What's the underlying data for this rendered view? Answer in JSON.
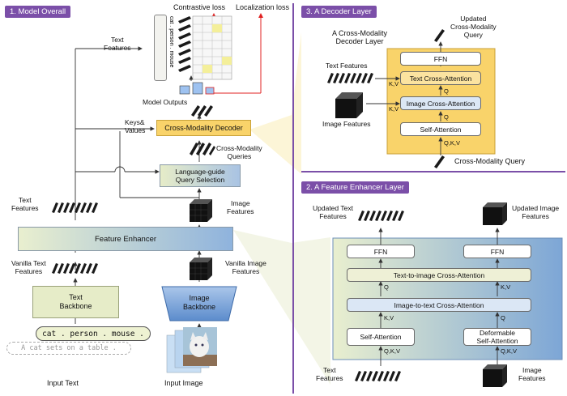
{
  "sections": {
    "model_overall": "1. Model Overall",
    "feature_enhancer_layer": "2. A Feature Enhancer Layer",
    "decoder_layer": "3. A Decoder Layer"
  },
  "left": {
    "contrastive_loss": "Contrastive loss",
    "localization_loss": "Localization loss",
    "text_features_top": "Text\nFeatures",
    "model_outputs": "Model Outputs",
    "keys_values": "Keys&\nValues",
    "cross_modality_decoder": "Cross-Modality Decoder",
    "cross_modality_queries": "Cross-Modality\nQueries",
    "language_guide_query_selection": "Language-guide\nQuery Selection",
    "image_features": "Image\nFeatures",
    "text_features_mid": "Text\nFeatures",
    "feature_enhancer": "Feature Enhancer",
    "vanilla_text_features": "Vanilla Text\nFeatures",
    "vanilla_image_features": "Vanilla Image\nFeatures",
    "text_backbone": "Text\nBackbone",
    "image_backbone": "Image\nBackbone",
    "input_tokens": "cat . person . mouse .",
    "input_sentence": "A cat sets on a table .",
    "input_text": "Input Text",
    "input_image": "Input Image",
    "matrix_words": [
      "cat",
      "person",
      "mouse"
    ]
  },
  "decoder": {
    "updated_query": "Updated\nCross-Modality\nQuery",
    "layer_title": "A Cross-Modality\nDecoder Layer",
    "text_features": "Text Features",
    "image_features": "Image Features",
    "ffn": "FFN",
    "text_cross_attention": "Text Cross-Attention",
    "image_cross_attention": "Image Cross-Attention",
    "self_attention": "Self-Attention",
    "kv1": "K,V",
    "q1": "Q",
    "kv2": "K,V",
    "q2": "Q",
    "qkv": "Q,K,V",
    "cross_modality_query": "Cross-Modality Query"
  },
  "enhancer": {
    "updated_text_features": "Updated Text\nFeatures",
    "updated_image_features": "Updated Image\nFeatures",
    "ffn_left": "FFN",
    "ffn_right": "FFN",
    "text_to_image": "Text-to-image Cross-Attention",
    "image_to_text": "Image-to-text Cross-Attention",
    "self_attention": "Self-Attention",
    "deformable_self_attention": "Deformable\nSelf-Attention",
    "q_left": "Q",
    "kv_right": "K,V",
    "kv_left": "K,V",
    "q_right": "Q",
    "qkv_left": "Q,K,V",
    "qkv_right": "Q,K,V",
    "text_features": "Text\nFeatures",
    "image_features": "Image\nFeatures"
  }
}
